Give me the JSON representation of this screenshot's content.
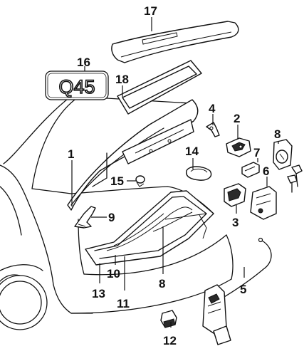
{
  "callouts": {
    "c1": "1",
    "c2": "2",
    "c3": "3",
    "c4": "4",
    "c5": "5",
    "c6": "6",
    "c7": "7",
    "c8a": "8",
    "c8b": "8",
    "c9": "9",
    "c10": "10",
    "c11": "11",
    "c12": "12",
    "c13": "13",
    "c14": "14",
    "c15": "15",
    "c16": "16",
    "c17": "17",
    "c18": "18"
  },
  "emblem": {
    "text": "Q45"
  }
}
